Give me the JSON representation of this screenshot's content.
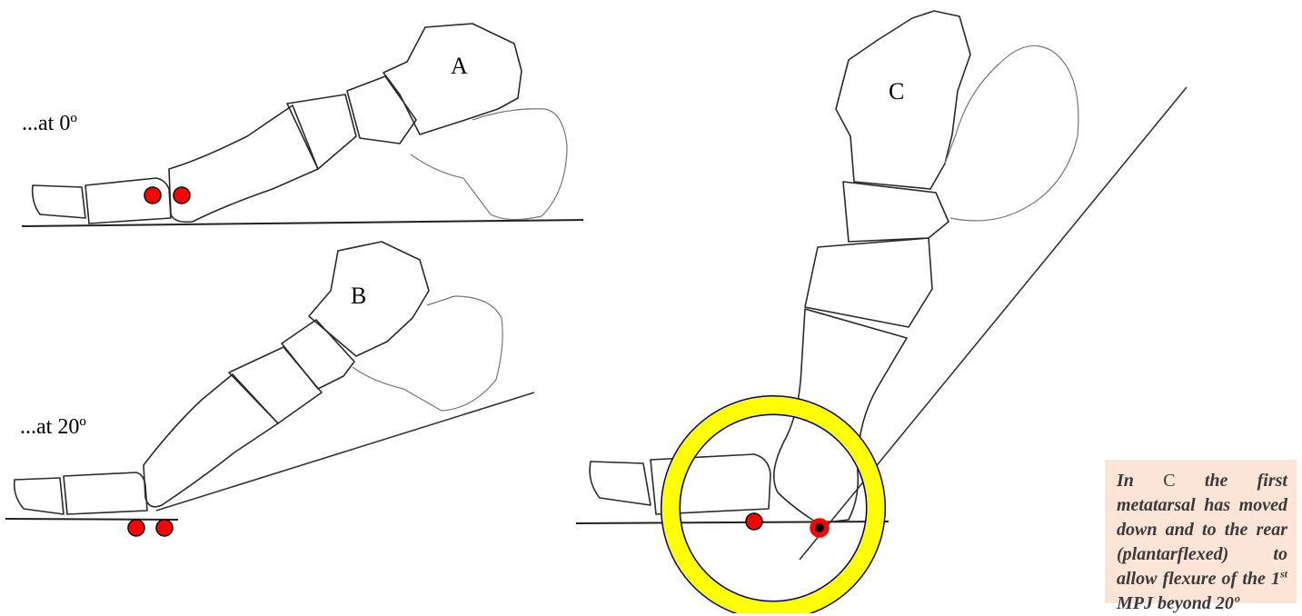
{
  "labels": {
    "angle_0": "...at 0º",
    "angle_20": "...at 20º",
    "figure_a": "A",
    "figure_b": "B",
    "figure_c": "C"
  },
  "caption": {
    "lead": "In",
    "figure_ref": "C",
    "text_1": "the first metatarsal has moved down and to the rear (plantarflexed) to allow flexure of the 1",
    "superscript": "st",
    "text_2": "MPJ beyond 20º"
  },
  "colors": {
    "marker_fill": "#ff0000",
    "marker_outline": "#000000",
    "highlight_ring": "#ffff00",
    "highlight_ring_outline": "#000080",
    "caption_background": "#fce4d6"
  },
  "markers": {
    "figure_a": 2,
    "figure_b": 2,
    "figure_c": 2
  }
}
